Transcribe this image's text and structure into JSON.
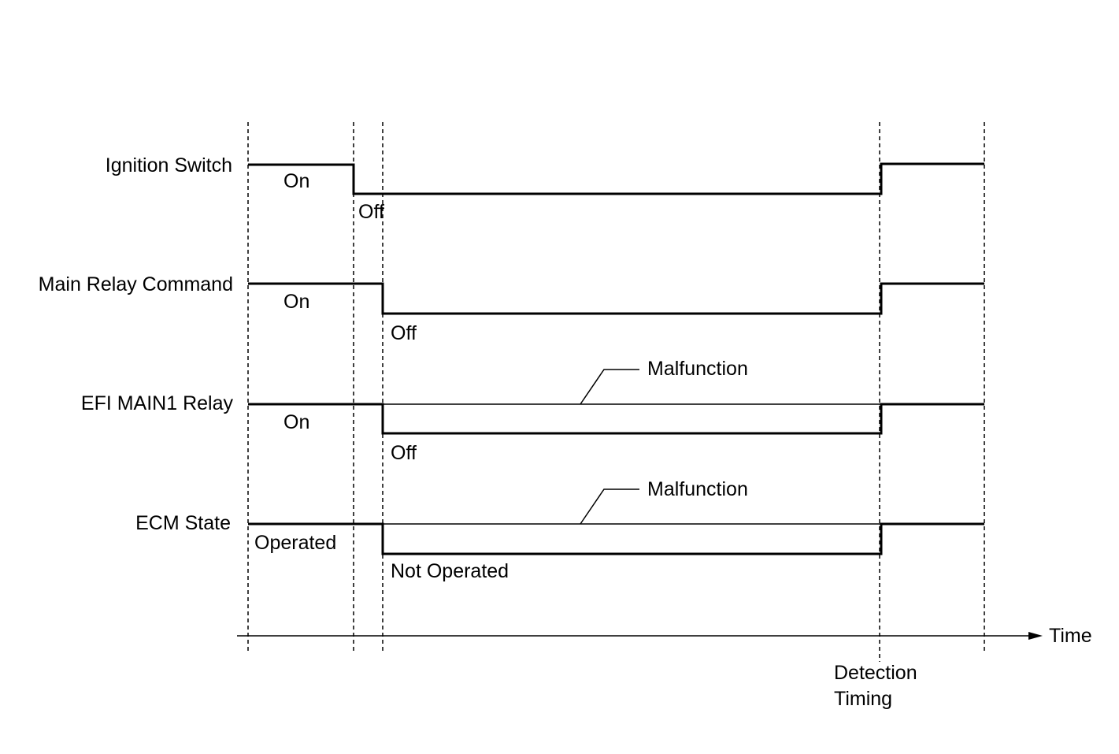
{
  "signals": [
    {
      "name": "Ignition Switch",
      "high_label": "On",
      "low_label": "Off"
    },
    {
      "name": "Main Relay Command",
      "high_label": "On",
      "low_label": "Off"
    },
    {
      "name": "EFI MAIN1 Relay",
      "high_label": "On",
      "low_label": "Off",
      "malfunction_label": "Malfunction"
    },
    {
      "name": "ECM State",
      "high_label": "Operated",
      "low_label": "Not Operated",
      "malfunction_label": "Malfunction"
    }
  ],
  "axis": {
    "label": "Time"
  },
  "detection": {
    "line1": "Detection",
    "line2": "Timing"
  },
  "colors": {
    "line": "#000000",
    "background": "#ffffff"
  }
}
